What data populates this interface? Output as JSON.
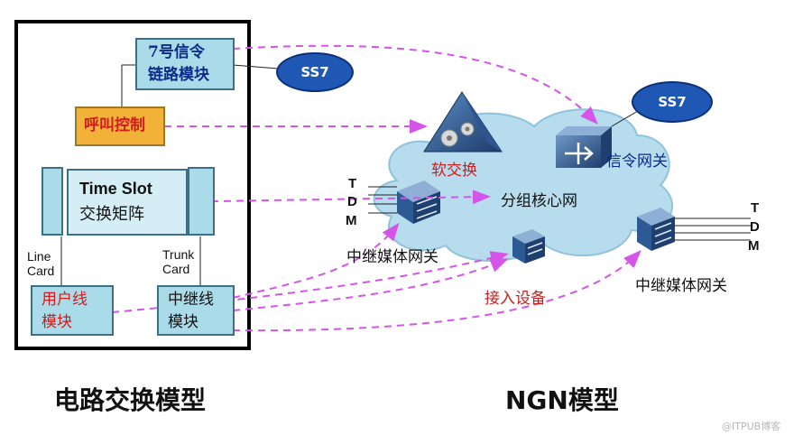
{
  "circuit": {
    "ss7_module": [
      "7号信令",
      "链路模块"
    ],
    "call_control": "呼叫控制",
    "time_slot": [
      "Time Slot",
      "交换矩阵"
    ],
    "line_card": [
      "Line",
      "Card"
    ],
    "trunk_card": [
      "Trunk",
      "Card"
    ],
    "user_line_module": [
      "用户线",
      "模块"
    ],
    "trunk_line_module": [
      "中继线",
      "模块"
    ],
    "caption": "电路交换模型"
  },
  "ngn": {
    "ss7_left": "SS7",
    "ss7_right": "SS7",
    "softswitch": "软交换",
    "signaling_gateway": "信令网关",
    "core_network": "分组核心网",
    "trunk_gateway_left": "中继媒体网关",
    "trunk_gateway_right": "中继媒体网关",
    "access_device": "接入设备",
    "tdm_left": [
      "T",
      "D",
      "M"
    ],
    "tdm_right": [
      "T",
      "D",
      "M"
    ],
    "caption": "NGN模型"
  },
  "watermark": "@ITPUB博客",
  "colors": {
    "arrow": "#d455e8",
    "box_fill": "#a9dbe9",
    "call_control_fill": "#f2b23a",
    "ss7_fill": "#1f57b5",
    "cloud_fill": "#b7dced",
    "red_text": "#d01c1c",
    "blue_text": "#0b2a8a"
  },
  "icons": [
    "softswitch-gear-pyramid-icon",
    "signaling-gateway-cube-icon",
    "media-gateway-icon",
    "access-device-icon"
  ]
}
